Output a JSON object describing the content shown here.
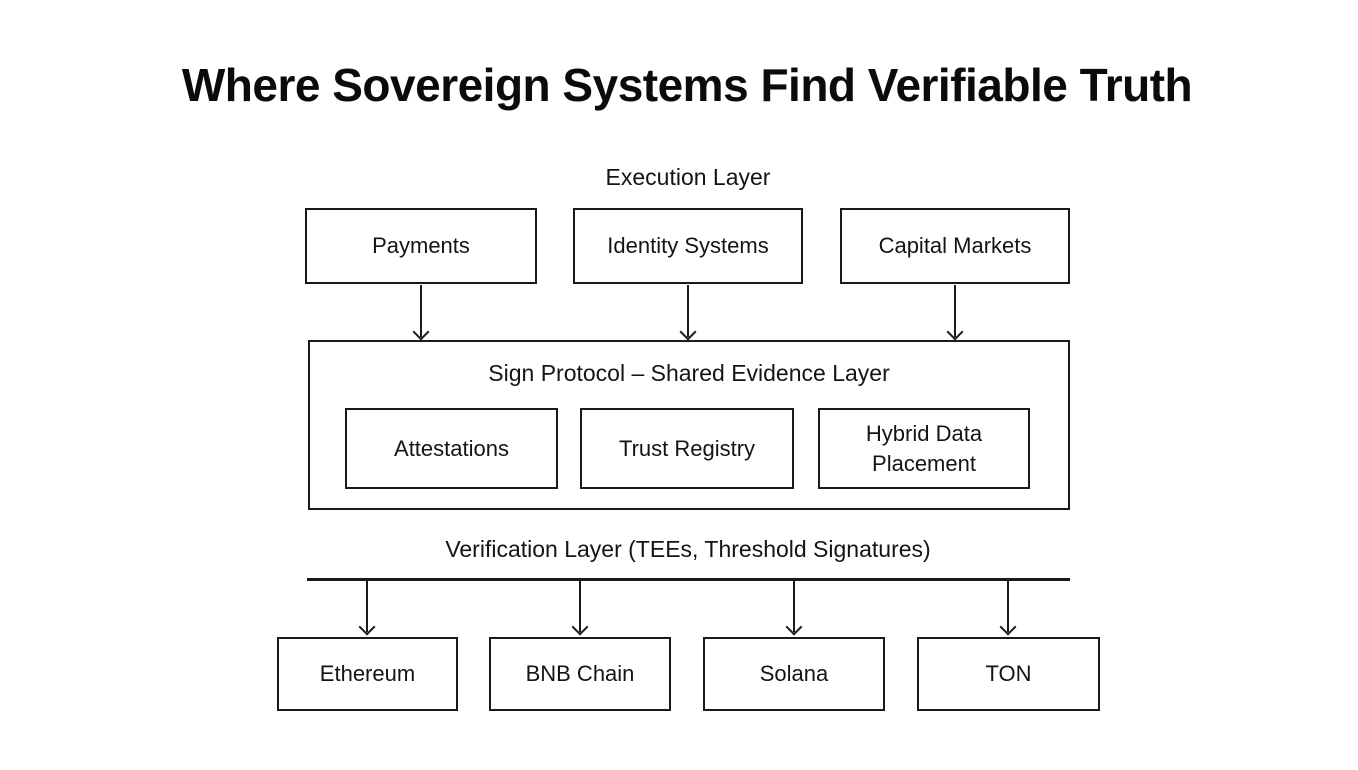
{
  "title": "Where Sovereign Systems Find Verifiable Truth",
  "layers": {
    "execution": {
      "label": "Execution Layer",
      "boxes": [
        {
          "label": "Payments"
        },
        {
          "label": "Identity Systems"
        },
        {
          "label": "Capital Markets"
        }
      ]
    },
    "evidence": {
      "label": "Sign Protocol – Shared Evidence Layer",
      "boxes": [
        {
          "label": "Attestations"
        },
        {
          "label": "Trust Registry"
        },
        {
          "label": "Hybrid Data Placement"
        }
      ]
    },
    "verification": {
      "label": "Verification Layer (TEEs, Threshold Signatures)"
    },
    "chains": {
      "boxes": [
        {
          "label": "Ethereum"
        },
        {
          "label": "BNB Chain"
        },
        {
          "label": "Solana"
        },
        {
          "label": "TON"
        }
      ]
    }
  },
  "colors": {
    "background": "#ffffff",
    "line": "#1a1a1a",
    "text": "#141414"
  }
}
